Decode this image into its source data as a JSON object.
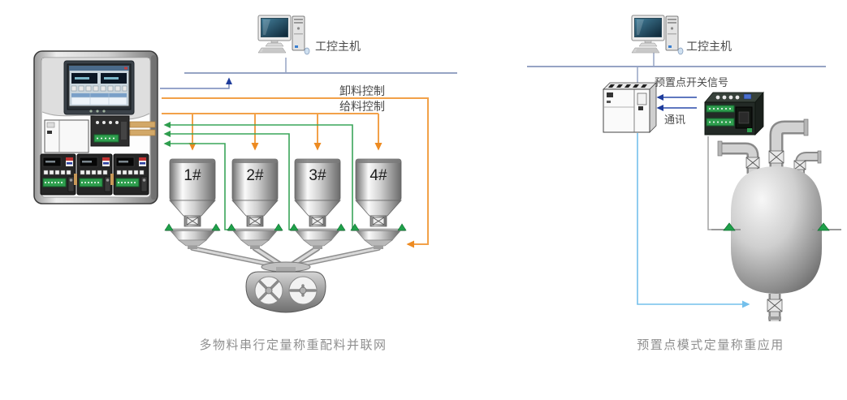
{
  "left_diagram": {
    "computer_label": "工控主机",
    "discharge_control_label": "卸料控制",
    "feed_control_label": "给料控制",
    "hoppers": [
      {
        "label": "1#"
      },
      {
        "label": "2#"
      },
      {
        "label": "3#"
      },
      {
        "label": "4#"
      }
    ],
    "caption": "多物料串行定量称重配料并联网"
  },
  "right_diagram": {
    "computer_label": "工控主机",
    "preset_signal_label": "预置点开关信号",
    "comm_label": "通讯",
    "caption": "预置点模式定量称重应用"
  },
  "icons": {
    "computer": "desktop-computer-icon",
    "valve": "valve-icon",
    "load_cell": "load-cell-icon",
    "mixer": "twin-shaft-mixer-icon",
    "tank": "weigh-tank-icon"
  },
  "colors": {
    "bus_blue": "#96A4C4",
    "signal_blue": "#2A4AAA",
    "light_blue": "#74C0EC",
    "control_orange": "#F2A149",
    "arrow_orange": "#ED8B22",
    "sensor_green": "#2F9E4E",
    "caption_gray": "#8F8F8F"
  }
}
